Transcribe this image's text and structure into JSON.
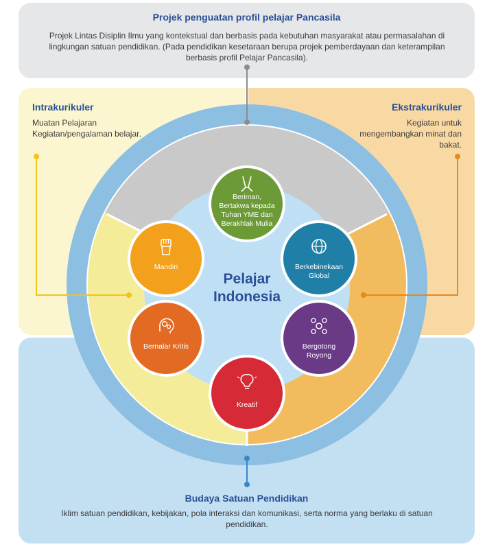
{
  "top": {
    "title": "Projek penguatan profil pelajar Pancasila",
    "description": "Projek Lintas Disiplin Ilmu yang kontekstual dan berbasis pada kebutuhan masyarakat atau permasalahan di lingkungan satuan pendidikan. (Pada pendidikan kesetaraan berupa projek pemberdayaan dan keterampilan berbasis profil Pelajar Pancasila)."
  },
  "left": {
    "title": "Intrakurikuler",
    "description": "Muatan Pelajaran Kegiatan/pengalaman belajar."
  },
  "right": {
    "title": "Ekstrakurikuler",
    "description": "Kegiatan untuk mengembangkan minat dan bakat."
  },
  "bottom": {
    "title": "Budaya Satuan Pendidikan",
    "description": "Iklim satuan pendidikan, kebijakan, pola interaksi dan komunikasi, serta norma yang berlaku di satuan pendidikan."
  },
  "center": {
    "line1": "Pelajar",
    "line2": "Indonesia"
  },
  "dimensions": [
    {
      "label": "Beriman, Bertakwa kepada Tuhan YME dan Berakhlak Mulia",
      "color": "#6b9a36",
      "icon": "praying-hands-icon"
    },
    {
      "label": "Berkebinekaan Global",
      "color": "#1f7fa6",
      "icon": "globe-icon"
    },
    {
      "label": "Bergotong Royong",
      "color": "#6a3a86",
      "icon": "teamwork-icon"
    },
    {
      "label": "Kreatif",
      "color": "#d62a36",
      "icon": "lightbulb-icon"
    },
    {
      "label": "Bernalar Kritis",
      "color": "#e26a22",
      "icon": "gears-head-icon"
    },
    {
      "label": "Mandiri",
      "color": "#f3a01c",
      "icon": "raised-fist-icon"
    }
  ],
  "colors": {
    "outer_ring": "#8dbfe3",
    "top_band": "#c9c9c9",
    "left_band": "#f5ec9a",
    "right_band": "#f2bb5e",
    "inner_circle": "#bfe0f4",
    "heading": "#2a4f96",
    "connector_gray": "#8c8c8c",
    "connector_yellow": "#f0c419",
    "connector_orange": "#e8891d",
    "connector_blue": "#3a86c8"
  }
}
